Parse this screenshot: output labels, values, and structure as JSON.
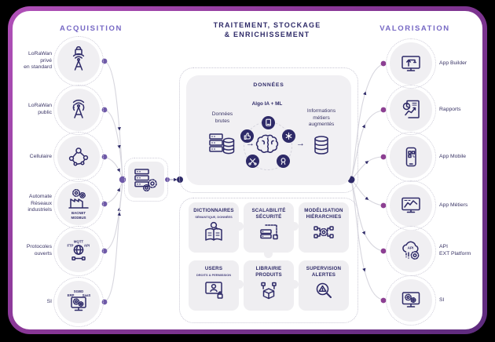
{
  "colors": {
    "frame_purple": "#8b3898",
    "header_purple": "#7668c4",
    "navy": "#2e2a68",
    "circle_bg": "#f0eff2",
    "panel_bg": "#f1f0f3",
    "line_gray": "#d7d6de",
    "dot_violet": "#6f5aa8",
    "dot_magenta": "#8c3f92"
  },
  "acquisition": {
    "title": "ACQUISITION",
    "items": [
      {
        "label": "LoRaWan\nprivé\nen standard",
        "icon": "lock-antenna-icon"
      },
      {
        "label": "LoRaWan\npublic",
        "icon": "antenna-icon"
      },
      {
        "label": "Cellulaire",
        "icon": "network-nodes-icon"
      },
      {
        "label": "Automate\nRéseaux\nindustriels",
        "icon": "factory-gears-icon",
        "caption": "BACNET\nMODBUS"
      },
      {
        "label": "Protocoles\nouverts",
        "icon": "globe-protocols-icon",
        "protocols": {
          "top": "MQTT",
          "left": "FTP",
          "right": "API"
        }
      },
      {
        "label": "SI",
        "icon": "computer-gears-icon",
        "systems": {
          "top": "SGBD",
          "left": "ERP",
          "right": "SaaS"
        }
      }
    ]
  },
  "hub": {
    "icon": "server-gears-icon"
  },
  "middle": {
    "title": "TRAITEMENT, STOCKAGE\n& ENRICHISSEMENT",
    "donnees": {
      "title": "DONNÉES",
      "left_label": "Données\nbrutes",
      "algo_label": "Algo IA + ML",
      "right_label": "Informations\nmétiers\naugmentés",
      "arrow": "→"
    },
    "tiles": [
      {
        "title": "DICTIONNAIRES",
        "subtitle": "SÉMANTIQUE, DONNÉES",
        "icon": "book-search-icon"
      },
      {
        "title": "SCALABILITÉ\nSÉCURITÉ",
        "icon": "server-scale-icon"
      },
      {
        "title": "MODÉLISATION\nHIÉRARCHIES",
        "icon": "gear-hierarchy-icon"
      },
      {
        "title": "USERS",
        "subtitle": "DROITS & PERMISSION",
        "icon": "user-lock-icon"
      },
      {
        "title": "LIBRAIRIE\nPRODUITS",
        "icon": "package-links-icon"
      },
      {
        "title": "SUPERVISION\nALERTES",
        "icon": "alert-search-icon"
      }
    ]
  },
  "valorisation": {
    "title": "VALORISATION",
    "items": [
      {
        "label": "App Builder",
        "icon": "monitor-crane-icon"
      },
      {
        "label": "Rapports",
        "icon": "report-chart-icon"
      },
      {
        "label": "App Mobile",
        "icon": "smartphone-icon"
      },
      {
        "label": "App Métiers",
        "icon": "monitor-chart-icon"
      },
      {
        "label": "API\nEXT Platform",
        "icon": "cloud-api-gear-icon",
        "icon_text": "API"
      },
      {
        "label": "SI",
        "icon": "computer-gears-icon"
      }
    ]
  }
}
